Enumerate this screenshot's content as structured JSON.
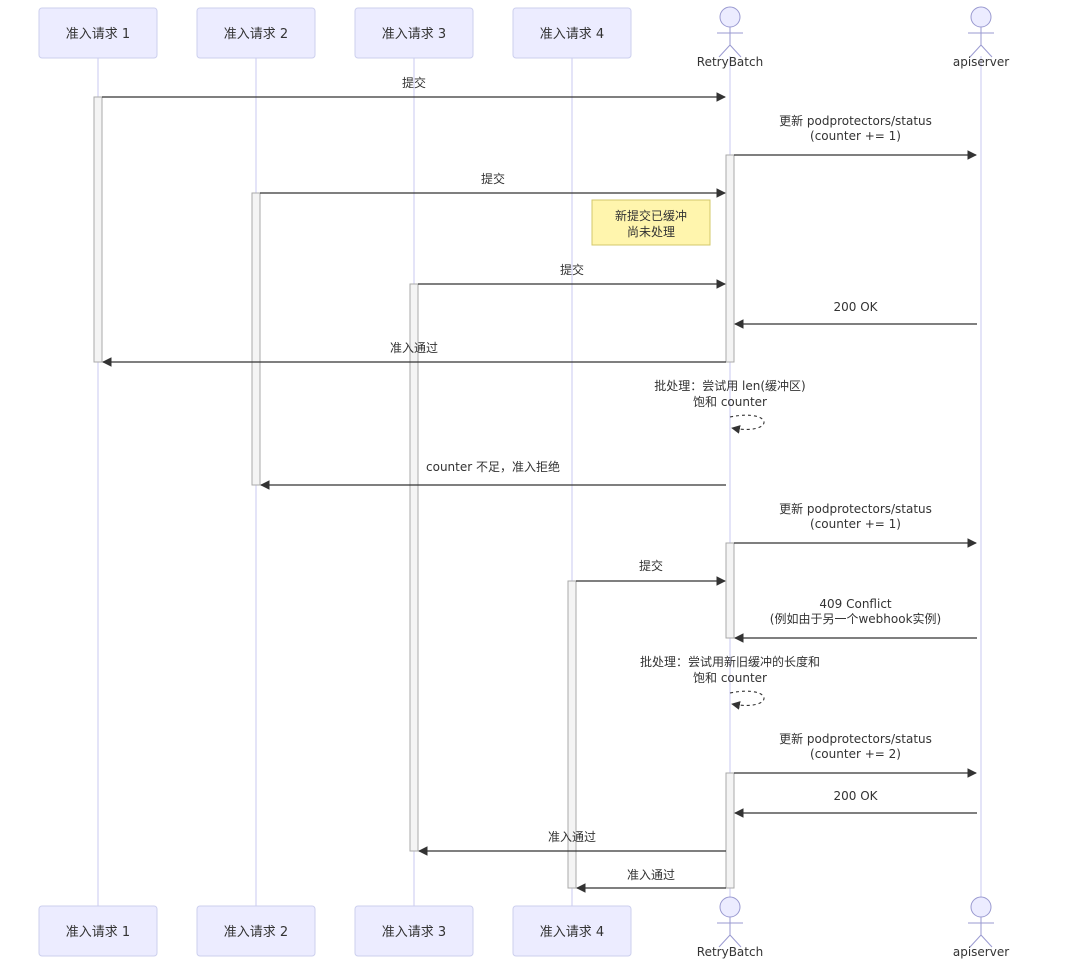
{
  "participants": [
    {
      "id": "r1",
      "kind": "box",
      "label": "准入请求 1"
    },
    {
      "id": "r2",
      "kind": "box",
      "label": "准入请求 2"
    },
    {
      "id": "r3",
      "kind": "box",
      "label": "准入请求 3"
    },
    {
      "id": "r4",
      "kind": "box",
      "label": "准入请求 4"
    },
    {
      "id": "retry",
      "kind": "actor",
      "label": "RetryBatch"
    },
    {
      "id": "api",
      "kind": "actor",
      "label": "apiserver"
    }
  ],
  "messages": [
    {
      "from": "r1",
      "to": "retry",
      "lines": [
        "提交"
      ]
    },
    {
      "from": "retry",
      "to": "api",
      "lines": [
        "更新 podprotectors/status",
        "(counter += 1)"
      ]
    },
    {
      "from": "r2",
      "to": "retry",
      "lines": [
        "提交"
      ]
    },
    {
      "from": "r3",
      "to": "retry",
      "lines": [
        "提交"
      ]
    },
    {
      "from": "api",
      "to": "retry",
      "lines": [
        "200 OK"
      ]
    },
    {
      "from": "retry",
      "to": "r1",
      "lines": [
        "准入通过"
      ]
    },
    {
      "from": "retry",
      "to": "retry",
      "lines": [
        "批处理：尝试用 len(缓冲区)",
        "饱和 counter"
      ]
    },
    {
      "from": "retry",
      "to": "r2",
      "lines": [
        "counter 不足，准入拒绝"
      ]
    },
    {
      "from": "retry",
      "to": "api",
      "lines": [
        "更新 podprotectors/status",
        "(counter += 1)"
      ]
    },
    {
      "from": "r4",
      "to": "retry",
      "lines": [
        "提交"
      ]
    },
    {
      "from": "api",
      "to": "retry",
      "lines": [
        "409 Conflict",
        "(例如由于另一个webhook实例)"
      ]
    },
    {
      "from": "retry",
      "to": "retry",
      "lines": [
        "批处理：尝试用新旧缓冲的长度和",
        "饱和 counter"
      ]
    },
    {
      "from": "retry",
      "to": "api",
      "lines": [
        "更新 podprotectors/status",
        "(counter += 2)"
      ]
    },
    {
      "from": "api",
      "to": "retry",
      "lines": [
        "200 OK"
      ]
    },
    {
      "from": "retry",
      "to": "r3",
      "lines": [
        "准入通过"
      ]
    },
    {
      "from": "retry",
      "to": "r4",
      "lines": [
        "准入通过"
      ]
    }
  ],
  "note": {
    "over": "retry",
    "lines": [
      "新提交已缓冲",
      "尚未处理"
    ]
  },
  "colors": {
    "box_fill": "#ececff",
    "box_stroke": "#cccfee",
    "lifeline": "#c8c8f0",
    "arrow": "#333333",
    "activation_fill": "#f4f4f4",
    "activation_stroke": "#aaaaaa",
    "note_fill": "#fff5ad",
    "note_stroke": "#d3c86a"
  }
}
